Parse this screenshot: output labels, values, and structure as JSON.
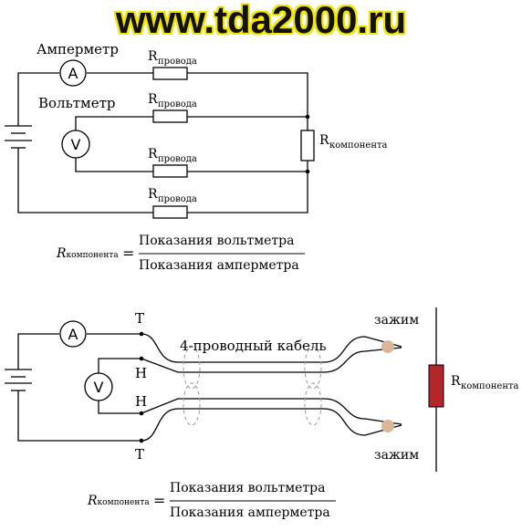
{
  "banner": {
    "text": "www.tda2000.ru",
    "text_color": "#111111",
    "glow_color": "#f2e600"
  },
  "circuit1": {
    "ammeter_label": "Амперметр",
    "voltmeter_label": "Вольтметр",
    "ammeter_symbol": "A",
    "voltmeter_symbol": "V",
    "r_letter": "R",
    "wire_subscript": "провода",
    "component_subscript": "компонента"
  },
  "formula1": {
    "lhs_letter": "R",
    "lhs_subscript": "компонента",
    "equals": "=",
    "numerator": "Показания вольтметра",
    "denominator": "Показания амперметра"
  },
  "circuit2": {
    "ammeter_symbol": "A",
    "voltmeter_symbol": "V",
    "terminal_t_top": "T",
    "terminal_h_top": "H",
    "terminal_h_bottom": "H",
    "terminal_t_bottom": "T",
    "cable_label": "4-проводный кабель",
    "clamp_top": "зажим",
    "clamp_bottom": "зажим",
    "r_letter": "R",
    "component_subscript": "компонента",
    "component_color": "#b3262a",
    "clamp_contact_color": "#d8b898"
  },
  "formula2": {
    "lhs_letter": "R",
    "lhs_subscript": "компонента",
    "equals": "=",
    "numerator": "Показания вольтметра",
    "denominator": "Показания амперметра"
  }
}
